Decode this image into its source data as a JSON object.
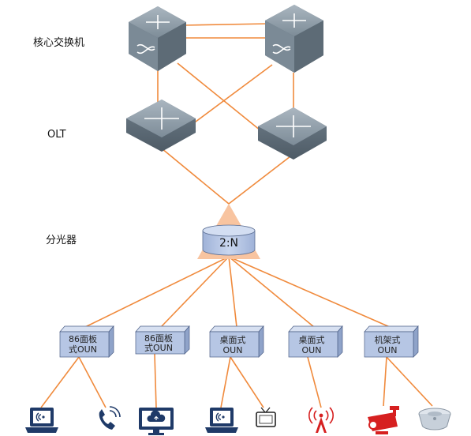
{
  "labels": {
    "core_switch": "核心交换机",
    "olt": "OLT",
    "splitter": "分光器"
  },
  "splitter": {
    "ratio": "2:N"
  },
  "onu_boxes": [
    {
      "line1": "86面板",
      "line2": "式OUN"
    },
    {
      "line1": "86面板",
      "line2": "式OUN"
    },
    {
      "line1": "桌面式",
      "line2": "OUN"
    },
    {
      "line1": "桌面式",
      "line2": "OUN"
    },
    {
      "line1": "机架式",
      "line2": "OUN"
    }
  ],
  "endpoints": [
    {
      "icon": "laptop-wifi-icon"
    },
    {
      "icon": "phone-icon"
    },
    {
      "icon": "monitor-cloud-icon"
    },
    {
      "icon": "laptop-wifi-icon"
    },
    {
      "icon": "tv-icon"
    },
    {
      "icon": "signal-tower-icon"
    },
    {
      "icon": "security-camera-icon"
    },
    {
      "icon": "smoke-detector-icon"
    }
  ],
  "colors": {
    "link": "#f08a3c",
    "device": "#7f8f9b",
    "onu_box": "#b6c6e4",
    "splitter_cylinder": "#b7c7e5",
    "splitter_triangle": "#f8c4a0",
    "icon_dark": "#1f3a68",
    "icon_red": "#d62020"
  }
}
